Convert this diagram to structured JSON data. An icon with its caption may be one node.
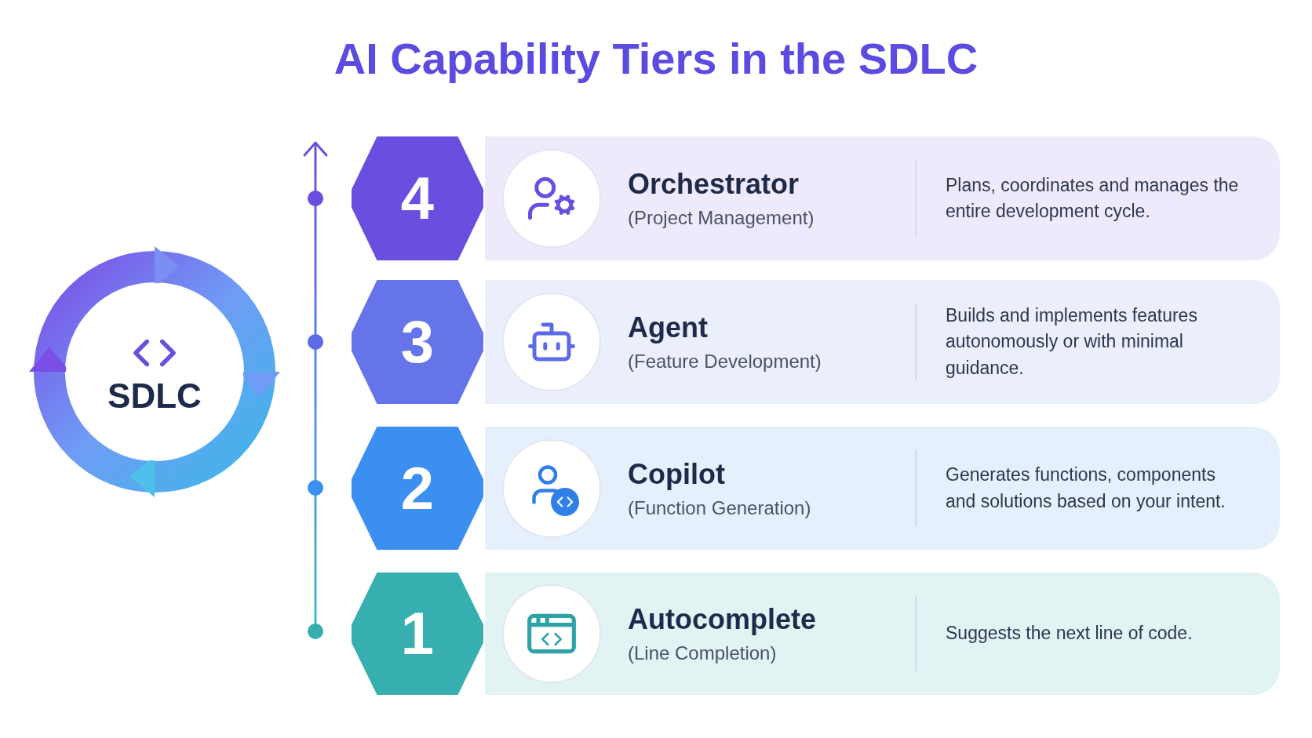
{
  "diagram": {
    "title": "AI Capability Tiers in the SDLC",
    "nodes": [
      {
        "text": [
          "SDLC"
        ]
      },
      {
        "text": [
          "4"
        ]
      },
      {
        "text": [
          "Orchestrator",
          "(Project Management)",
          "Plans, coordinates and manages the entire development cycle."
        ]
      },
      {
        "text": [
          "3"
        ]
      },
      {
        "text": [
          "Agent",
          "(Feature Development)",
          "Builds and implements features autonomously or with minimal guidance."
        ]
      },
      {
        "text": [
          "2"
        ]
      },
      {
        "text": [
          "Copilot",
          "(Function Generation)",
          "Generates functions, components and solutions based on your intent."
        ]
      },
      {
        "text": [
          "1"
        ]
      },
      {
        "text": [
          "Autocomplete",
          "(Line Completion)",
          "Suggests the next line of code."
        ]
      }
    ],
    "edges": []
  }
}
